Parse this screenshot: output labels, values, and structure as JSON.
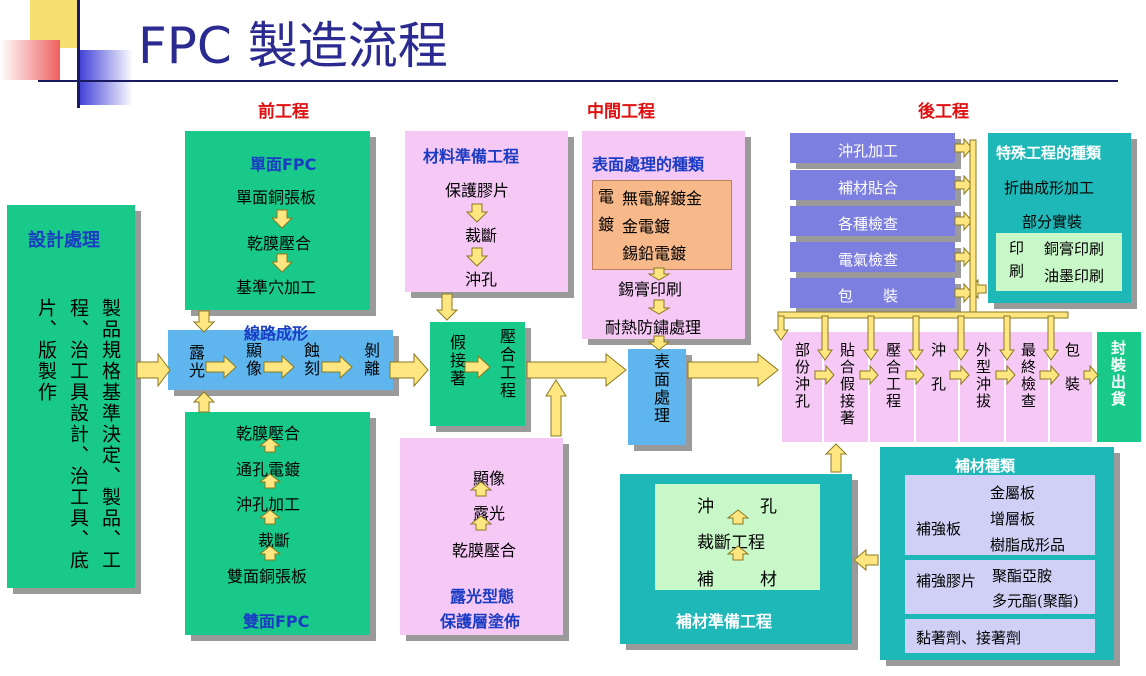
{
  "title": "FPC 製造流程",
  "stages": {
    "front": "前工程",
    "middle": "中間工程",
    "back": "後工程"
  },
  "design": {
    "title": "設計處理",
    "body": "製品規格基準決定、製品、工程、治工具設計、治工具、底片、版製作"
  },
  "single": {
    "title": "單面FPC",
    "steps": [
      "單面銅張板",
      "乾膜壓合",
      "基準穴加工"
    ]
  },
  "circuit": {
    "title": "線路成形",
    "steps": [
      "露光",
      "顯像",
      "蝕刻",
      "剝離"
    ]
  },
  "double": {
    "title": "雙面FPC",
    "steps": [
      "乾膜壓合",
      "通孔電鍍",
      "沖孔加工",
      "裁斷",
      "雙面銅張板"
    ]
  },
  "material": {
    "title": "材料準備工程",
    "steps": [
      "保護膠片",
      "裁斷",
      "沖孔"
    ]
  },
  "lam": {
    "left": "假接著",
    "right": "壓合工程"
  },
  "exposure": {
    "steps": [
      "顯像",
      "露光",
      "乾膜壓合"
    ],
    "title1": "露光型態",
    "title2": "保護層塗佈"
  },
  "surface": {
    "title": "表面處理的種類",
    "plate_label": "電鍍",
    "plates": [
      "無電解鍍金",
      "金電鍍",
      "錫鉛電鍍"
    ],
    "steps": [
      "錫膏印刷",
      "耐熱防鏽處理"
    ]
  },
  "surface_box": "表面處理",
  "side": [
    "沖孔加工",
    "補材貼合",
    "各種檢查",
    "電氣檢查",
    "包　　裝"
  ],
  "special": {
    "title": "特殊工程的種類",
    "items": [
      "折曲成形加工",
      "部分實裝"
    ],
    "print_label": "印刷",
    "prints": [
      "銅膏印刷",
      "油墨印刷"
    ]
  },
  "back_steps": [
    "部份沖孔",
    "貼合假接著",
    "壓合工程",
    "沖　孔",
    "外型沖拔",
    "最終檢查",
    "包　裝"
  ],
  "ship": "封裝出貨",
  "rprep": {
    "title": "補材準備工程",
    "top": [
      "沖",
      "孔"
    ],
    "mid": "裁斷工程",
    "bot": [
      "補",
      "材"
    ]
  },
  "rtypes": {
    "title": "補材種類",
    "plate_label": "補強板",
    "plates": [
      "金屬板",
      "增層板",
      "樹脂成形品"
    ],
    "film_label": "補強膠片",
    "films": [
      "聚酯亞胺",
      "多元酯(聚酯)"
    ],
    "glue": "黏著劑、接著劑"
  }
}
